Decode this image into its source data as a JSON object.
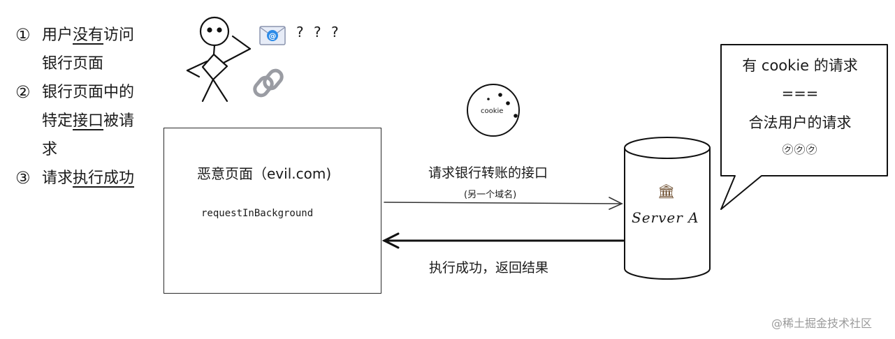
{
  "steps": [
    {
      "num": "①",
      "pre": "用户",
      "u": "没有",
      "post": "访问银行页面"
    },
    {
      "num": "②",
      "pre": "银行页面中的特定",
      "u": "接口",
      "post": "被请求"
    },
    {
      "num": "③",
      "pre": "请求",
      "u": "执行成功",
      "post": ""
    }
  ],
  "evil_page": {
    "title": "恶意页面（evil.com)",
    "code": "requestInBackground"
  },
  "request": {
    "label": "请求银行转账的接口",
    "sub": "(另一个域名)"
  },
  "response": {
    "label": "执行成功，返回结果"
  },
  "server": {
    "label": "Server A"
  },
  "bubble": {
    "line1": "有 cookie 的请求",
    "line2": "===",
    "line3": "合法用户的请求",
    "line4": "㋗㋗㋗"
  },
  "cookie": {
    "label": "cookie"
  },
  "question_marks": "? ? ?",
  "watermark": "@稀土掘金技术社区",
  "icons": {
    "person": "stick-figure",
    "mail": "email-icon",
    "link": "chain-link-icon",
    "bank": "bank-icon"
  }
}
